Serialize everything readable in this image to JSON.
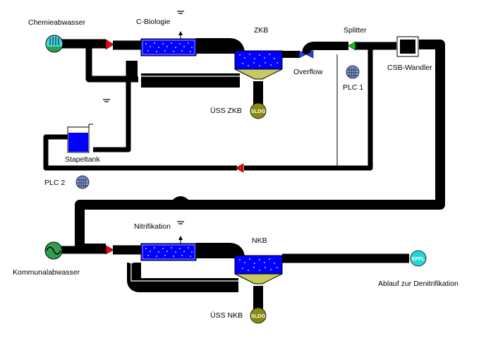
{
  "labels": {
    "chemieabwasser": "Chemieabwasser",
    "c_biologie": "C-Biologie",
    "zkb": "ZKB",
    "splitter": "Splitter",
    "overflow": "Overflow",
    "csb_wandler": "CSB-Wandler",
    "plc1": "PLC 1",
    "uess_zkb": "ÜSS ZKB",
    "stapeltank": "Stapeltank",
    "plc2": "PLC 2",
    "nitrifikation": "Nitrifikation",
    "nkb": "NKB",
    "kommunalabwasser": "Kommunalabwasser",
    "ablauf": "Ablauf zur Denitrifikation",
    "uess_nkb": "ÜSS NKB"
  },
  "badges": {
    "sludge1": "SLDG",
    "sludge2": "SLDG",
    "effluent": "EFFL"
  },
  "colors": {
    "pipe": "#000000",
    "tank_fill": "#0000ff",
    "bubbles": "#b8c8ff",
    "influent_chem": "#48d8e0",
    "influent_kommunal": "#30a050",
    "sludge": "#8a8a10",
    "effluent": "#22d6d6",
    "pump_red": "#ff0000",
    "splitter_green": "#00cc00",
    "overflow_valve": "#2040ff",
    "plc_icon": "#8aa0e8",
    "hopper": "#c8c860"
  },
  "icons": {
    "influent_chem": "influent-icon",
    "influent_kommunal": "influent-wave-icon",
    "pump": "pump-arrow-icon",
    "clarifier": "clarifier-icon",
    "plc": "plc-icon",
    "water_level": "water-level-icon",
    "converter": "converter-box-icon"
  }
}
